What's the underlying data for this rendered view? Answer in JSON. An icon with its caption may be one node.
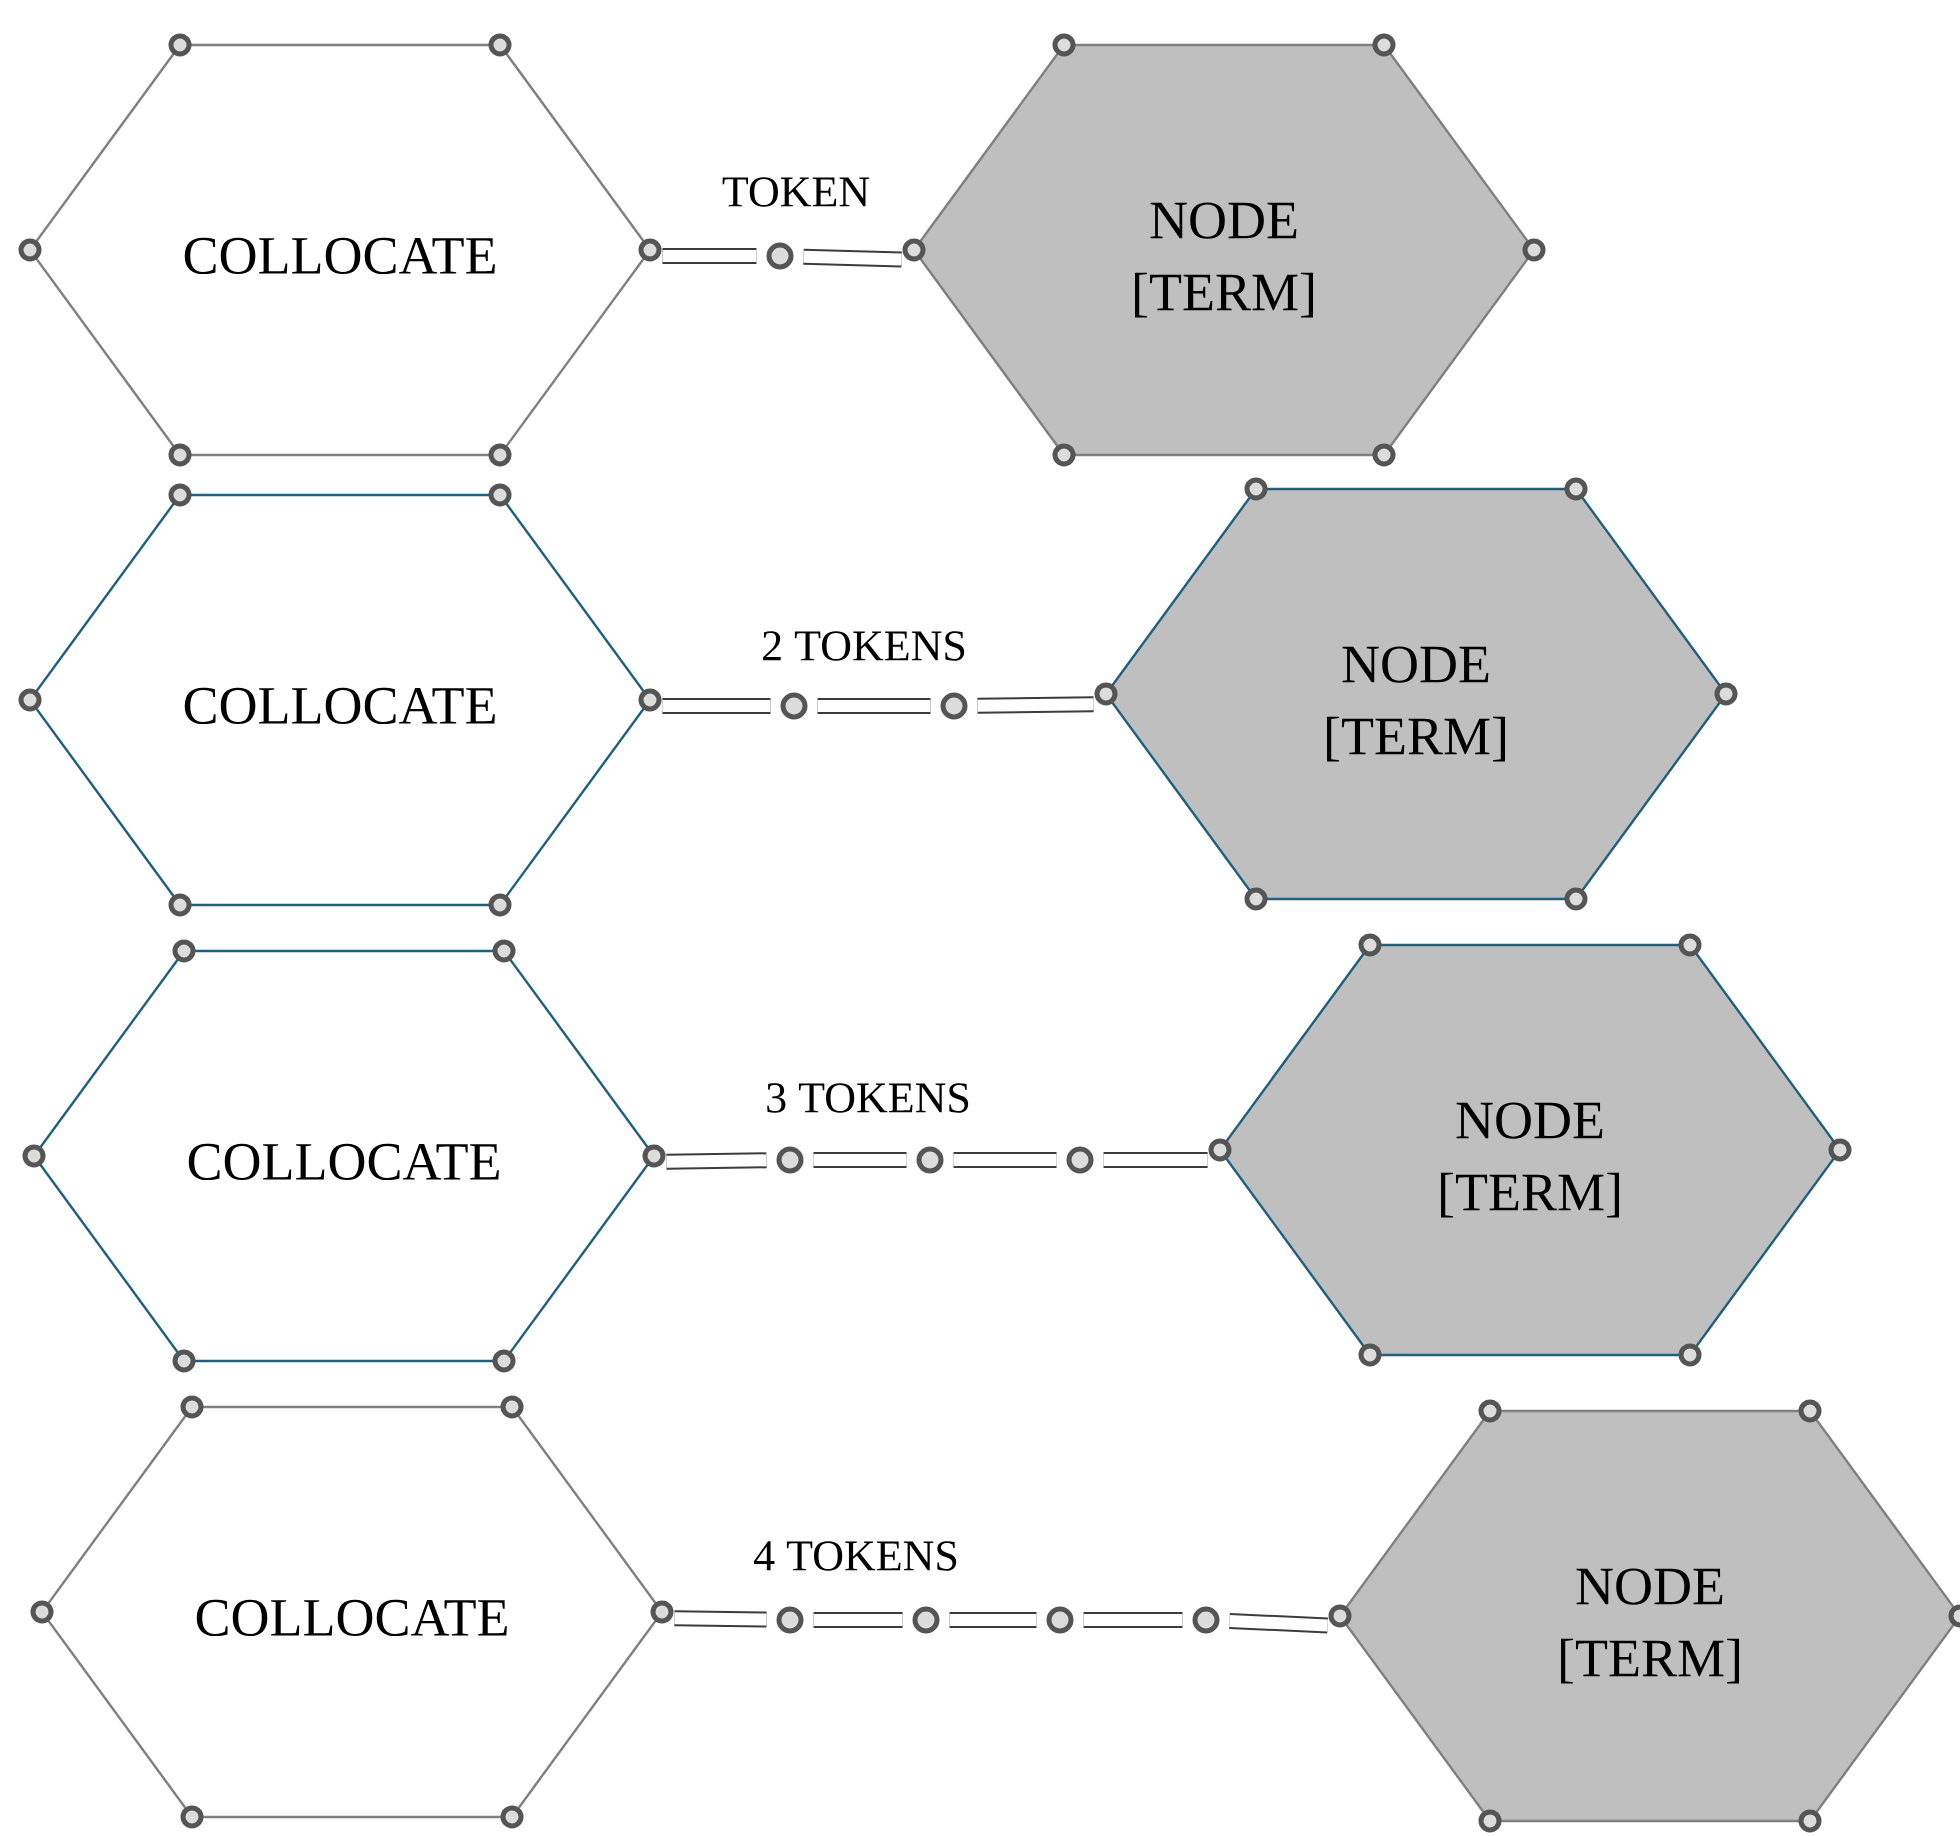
{
  "diagram": {
    "nodes": [
      {
        "text": [
          "COLLOCATE"
        ]
      },
      {
        "text": [],
        "shape": "circle"
      },
      {
        "text": [
          "NODE",
          "[TERM]"
        ]
      },
      {
        "text": [
          "COLLOCATE"
        ]
      },
      {
        "text": [],
        "shape": "circle"
      },
      {
        "text": [],
        "shape": "circle"
      },
      {
        "text": [
          "NODE",
          "[TERM]"
        ]
      },
      {
        "text": [
          "COLLOCATE"
        ]
      },
      {
        "text": [],
        "shape": "circle"
      },
      {
        "text": [],
        "shape": "circle"
      },
      {
        "text": [],
        "shape": "circle"
      },
      {
        "text": [
          "NODE",
          "[TERM]"
        ]
      },
      {
        "text": [
          "COLLOCATE"
        ]
      },
      {
        "text": [],
        "shape": "circle"
      },
      {
        "text": [],
        "shape": "circle"
      },
      {
        "text": [],
        "shape": "circle"
      },
      {
        "text": [],
        "shape": "circle"
      },
      {
        "text": [
          "NODE",
          "[TERM]"
        ]
      }
    ],
    "edges": [
      {
        "from": 0,
        "to": 1,
        "arrow": "none",
        "label": "TOKEN"
      },
      {
        "from": 1,
        "to": 2,
        "arrow": "none"
      },
      {
        "from": 3,
        "to": 4,
        "arrow": "none",
        "label": "2 TOKENS"
      },
      {
        "from": 4,
        "to": 5,
        "arrow": "none"
      },
      {
        "from": 5,
        "to": 6,
        "arrow": "none"
      },
      {
        "from": 7,
        "to": 8,
        "arrow": "none",
        "label": "3 TOKENS"
      },
      {
        "from": 8,
        "to": 9,
        "arrow": "none"
      },
      {
        "from": 9,
        "to": 10,
        "arrow": "none"
      },
      {
        "from": 10,
        "to": 11,
        "arrow": "none"
      },
      {
        "from": 12,
        "to": 13,
        "arrow": "none",
        "label": "4 TOKENS"
      },
      {
        "from": 13,
        "to": 14,
        "arrow": "none"
      },
      {
        "from": 14,
        "to": 15,
        "arrow": "none"
      },
      {
        "from": 15,
        "to": 16,
        "arrow": "none"
      },
      {
        "from": 16,
        "to": 17,
        "arrow": "none"
      }
    ]
  }
}
